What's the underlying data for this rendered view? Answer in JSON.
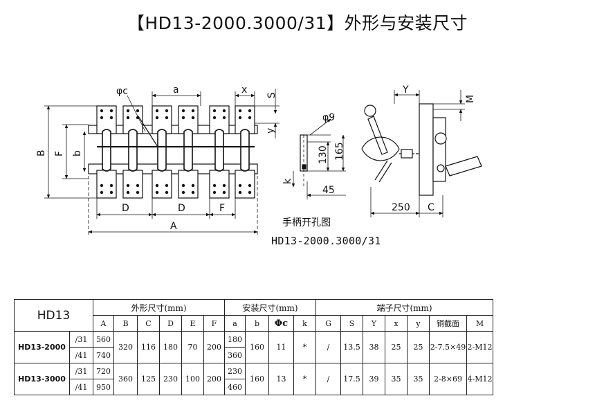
{
  "title": "【HD13-2000.3000/31】外形与安装尺寸",
  "drawing": {
    "labels": {
      "phi_c": "φc",
      "a": "a",
      "x": "x",
      "s": "S",
      "y": "y",
      "B": "B",
      "F": "F",
      "b": "b",
      "D1": "D",
      "D2": "D",
      "F2": "F",
      "A": "A",
      "phi9": "φ9",
      "d130": "130",
      "d165": "165",
      "k": "k",
      "d45": "45",
      "Y": "Y",
      "M": "M",
      "d250": "250",
      "C": "C"
    },
    "caption_handle": "手柄开孔图",
    "caption_model": "HD13-2000.3000/31"
  },
  "table": {
    "header_model": "HD13",
    "group_outline": "外形尺寸(mm)",
    "group_install": "安装尺寸(mm)",
    "group_terminal": "端子尺寸(mm)",
    "columns": [
      "A",
      "B",
      "C",
      "D",
      "E",
      "F",
      "a",
      "b",
      "Φc",
      "k",
      "G",
      "S",
      "Y",
      "x",
      "y",
      "铜截面",
      "M"
    ],
    "rows": [
      {
        "model": "HD13-2000",
        "variant1": "/31",
        "variant2": "/41",
        "A1": "560",
        "A2": "740",
        "B": "320",
        "C": "116",
        "D": "180",
        "E": "70",
        "F": "200",
        "a1": "180",
        "a2": "360",
        "b": "160",
        "c": "11",
        "k": "*",
        "G": "/",
        "S": "13.5",
        "Y": "38",
        "x": "25",
        "y": "25",
        "cu": "2-7.5×49",
        "M": "2-M12"
      },
      {
        "model": "HD13-3000",
        "variant1": "/31",
        "variant2": "/41",
        "A1": "720",
        "A2": "950",
        "B": "360",
        "C": "125",
        "D": "230",
        "E": "100",
        "F": "200",
        "a1": "230",
        "a2": "460",
        "b": "160",
        "c": "13",
        "k": "*",
        "G": "/",
        "S": "17.5",
        "Y": "39",
        "x": "35",
        "y": "35",
        "cu": "2-8×69",
        "M": "4-M12"
      }
    ]
  }
}
